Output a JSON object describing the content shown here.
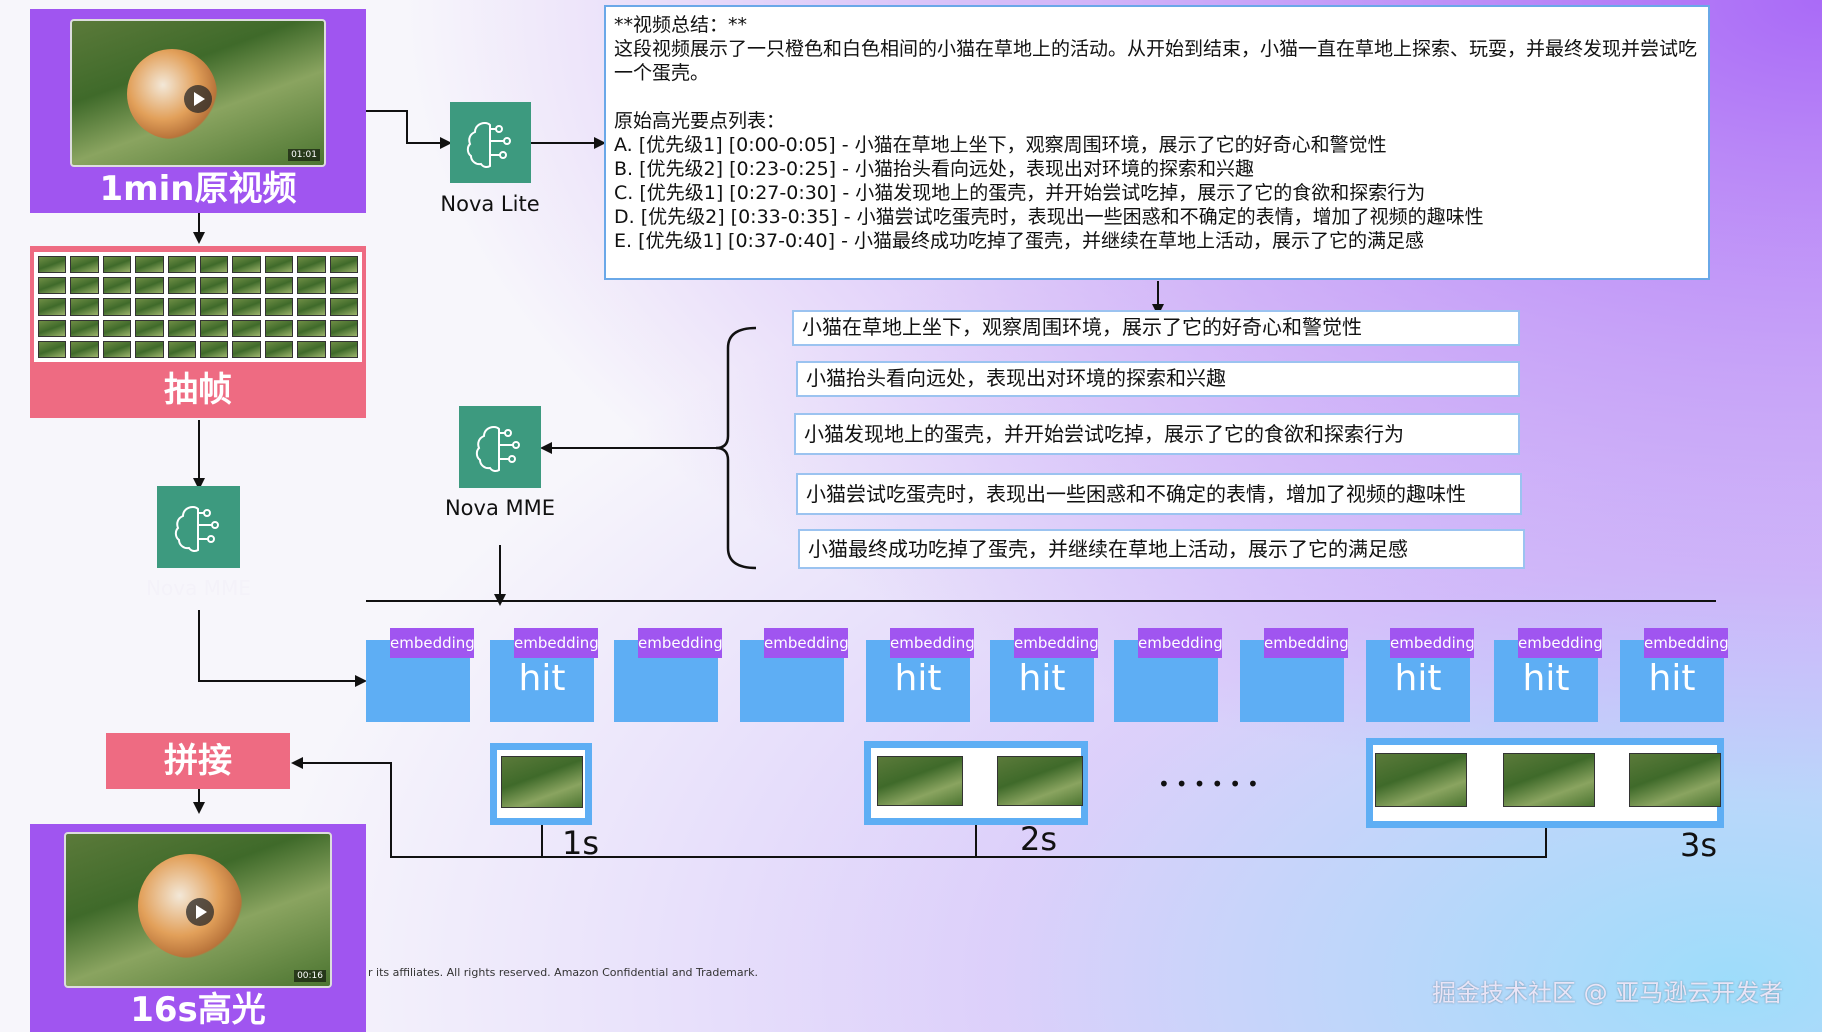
{
  "source_video": {
    "label": "1min原视频",
    "timestamp": "01:01"
  },
  "frames_step": {
    "label": "抽帧"
  },
  "nova_lite": {
    "label": "Nova Lite"
  },
  "nova_mme_center": {
    "label": "Nova MME"
  },
  "nova_mme_left": {
    "label": "Nova MME"
  },
  "summary": {
    "heading": "**视频总结：**",
    "body": "这段视频展示了一只橙色和白色相间的小猫在草地上的活动。从开始到结束，小猫一直在草地上探索、玩耍，并最终发现并尝试吃一个蛋壳。",
    "list_heading": "原始高光要点列表：",
    "items": [
      "A. [优先级1] [0:00-0:05] - 小猫在草地上坐下，观察周围环境，展示了它的好奇心和警觉性",
      "B. [优先级2] [0:23-0:25] - 小猫抬头看向远处，表现出对环境的探索和兴趣",
      "C. [优先级1] [0:27-0:30] - 小猫发现地上的蛋壳，并开始尝试吃掉，展示了它的食欲和探索行为",
      "D. [优先级2] [0:33-0:35] - 小猫尝试吃蛋壳时，表现出一些困惑和不确定的表情，增加了视频的趣味性",
      "E. [优先级1] [0:37-0:40] - 小猫最终成功吃掉了蛋壳，并继续在草地上活动，展示了它的满足感"
    ]
  },
  "highlights": [
    "小猫在草地上坐下，观察周围环境，展示了它的好奇心和警觉性",
    "小猫抬头看向远处，表现出对环境的探索和兴趣",
    "小猫发现地上的蛋壳，并开始尝试吃掉，展示了它的食欲和探索行为",
    "小猫尝试吃蛋壳时，表现出一些困惑和不确定的表情，增加了视频的趣味性",
    "小猫最终成功吃掉了蛋壳，并继续在草地上活动，展示了它的满足感"
  ],
  "embedding_label": "embedding",
  "hit_label": "hit",
  "segments": [
    false,
    true,
    false,
    false,
    true,
    true,
    false,
    false,
    true,
    true,
    true
  ],
  "clips": {
    "one": "1s",
    "two": "2s",
    "three": "3s",
    "ellipsis": "••••••"
  },
  "concat_step": {
    "label": "拼接"
  },
  "output_video": {
    "label": "16s高光",
    "timestamp": "00:16"
  },
  "footer": {
    "copyright": "r its affiliates. All rights reserved. Amazon Confidential and Trademark.",
    "watermark": "掘金技术社区 @ 亚马逊云开发者"
  }
}
